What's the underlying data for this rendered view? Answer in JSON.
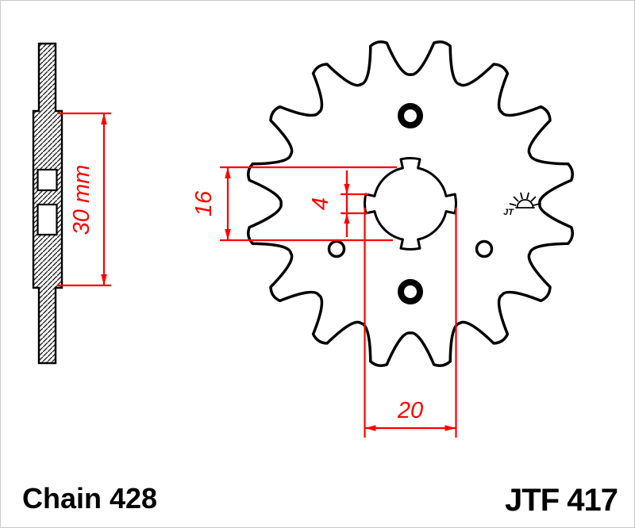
{
  "page": {
    "background_color": "#ffffff",
    "border_color": "#c9c9c9"
  },
  "drawing": {
    "accent_color": "#ff0000",
    "line_color": "#000000",
    "dimensions": {
      "hub_width": "30 mm",
      "spline_inner_diameter": "16",
      "spline_notch_depth": "4",
      "bore_diameter": "20"
    },
    "logo": {
      "icon": "sun-rays-icon",
      "text": "JT"
    }
  },
  "footer": {
    "chain_label": "Chain 428",
    "model_label": "JTF 417"
  }
}
